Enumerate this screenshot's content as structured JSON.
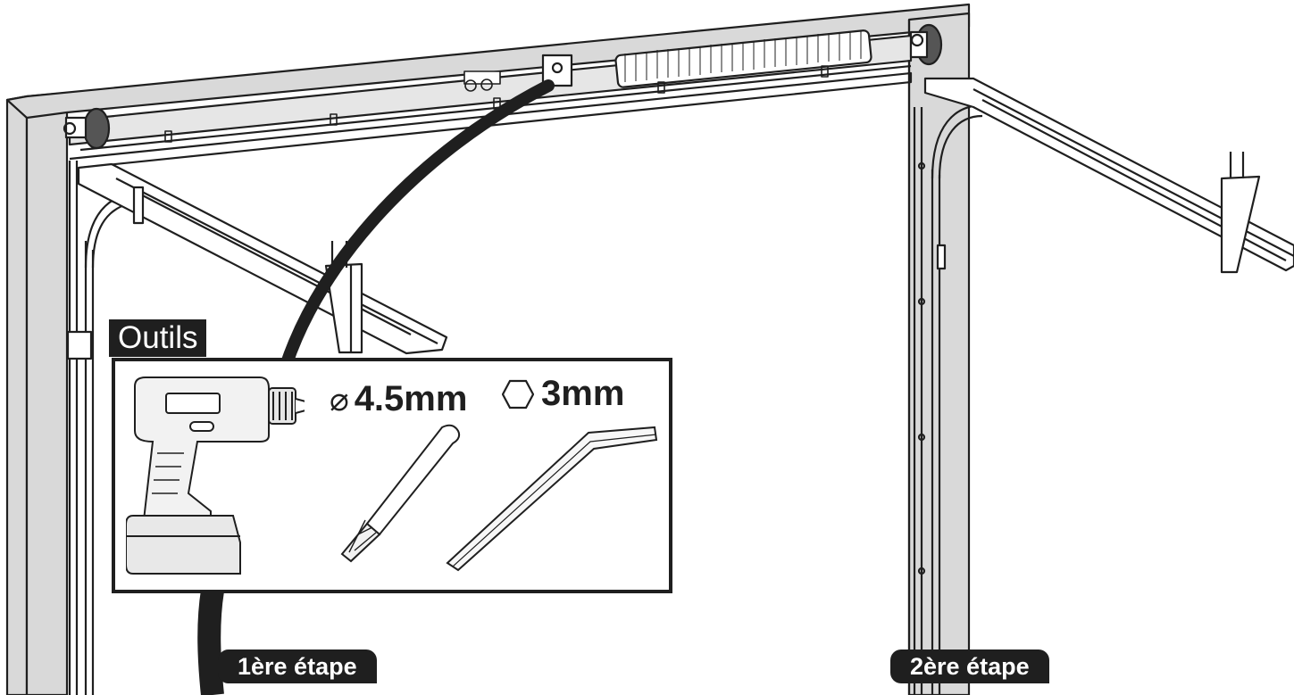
{
  "tools": {
    "heading": "Outils",
    "drill_bit": {
      "symbol": "⌀",
      "size": "4.5mm"
    },
    "hex_key": {
      "size": "3mm"
    },
    "icons": [
      "cordless-drill-icon",
      "drill-bit-icon",
      "hex-key-icon",
      "hexagon-icon"
    ]
  },
  "steps": [
    {
      "label": "1ère étape"
    },
    {
      "label": "2ère étape"
    }
  ],
  "colors": {
    "frame_fill": "#d9d9d9",
    "outline": "#1f1f1f",
    "label_background": "#1f1f1f",
    "label_text": "#ffffff",
    "spring_highlight": "#e08a1e"
  }
}
